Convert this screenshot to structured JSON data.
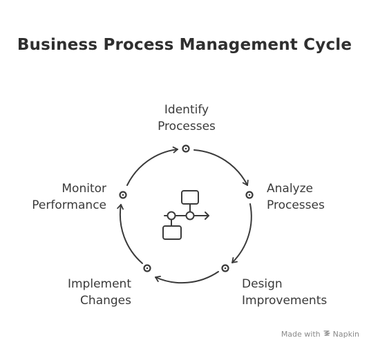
{
  "title": "Business Process Management Cycle",
  "steps": [
    {
      "line1": "Identify",
      "line2": "Processes"
    },
    {
      "line1": "Analyze",
      "line2": "Processes"
    },
    {
      "line1": "Design",
      "line2": "Improvements"
    },
    {
      "line1": "Implement",
      "line2": "Changes"
    },
    {
      "line1": "Monitor",
      "line2": "Performance"
    }
  ],
  "center_icon": "process-flow-icon",
  "credit": {
    "text": "Made with",
    "brand": "Napkin",
    "icon": "napkin-logo-icon"
  },
  "colors": {
    "stroke": "#3a3a3a",
    "text": "#3a3a3a",
    "credit": "#8a8a8a"
  }
}
